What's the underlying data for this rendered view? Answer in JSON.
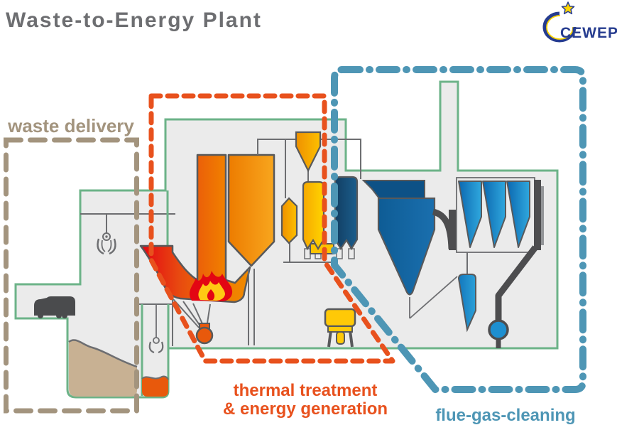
{
  "title": "Waste-to-Energy Plant",
  "logo": {
    "text": "CEWEP",
    "star_color": "#ffd500",
    "ring_color": "#263c8f"
  },
  "zones": {
    "waste_delivery": {
      "label": "waste delivery",
      "color": "#a3947e",
      "border_style": "dashed"
    },
    "thermal_treatment": {
      "label_line1": "thermal treatment",
      "label_line2": "& energy generation",
      "color": "#e8511d",
      "border_style": "dashed"
    },
    "flue_gas_cleaning": {
      "label": "flue-gas-cleaning",
      "color": "#4e96b5",
      "border_style": "dash-dot"
    }
  },
  "building": {
    "outline_color": "#6cb388",
    "fill": "#ebebeb",
    "detail_color": "#6d6e71",
    "vessel_outline_color": "#58595b",
    "pipe_color": "#4d4d4f"
  },
  "components": [
    {
      "name": "delivery-truck-icon",
      "color": "#4a4b4d"
    },
    {
      "name": "waste-bunker-pile",
      "color": "#c8b193"
    },
    {
      "name": "grab-crane-icon",
      "color": "#6d6e71"
    },
    {
      "name": "slag-crane-icon",
      "color": "#6d6e71"
    },
    {
      "name": "feed-hopper",
      "color": "#e30613"
    },
    {
      "name": "furnace-flame-icon",
      "color": "#e30613"
    },
    {
      "name": "combustion-grate",
      "color": "#6d6e71"
    },
    {
      "name": "ash-discharger",
      "color": "#e8590c"
    },
    {
      "name": "boiler-pass-1",
      "color": "#ef7d00"
    },
    {
      "name": "boiler-pass-2",
      "color": "#f39200"
    },
    {
      "name": "cyclone-separator",
      "color": "#f9b000"
    },
    {
      "name": "heat-exchanger",
      "color": "#fdc300"
    },
    {
      "name": "economizer",
      "color": "#174f79"
    },
    {
      "name": "steam-turbine",
      "color": "#ffc907"
    },
    {
      "name": "spray-absorber",
      "color": "#135f9b"
    },
    {
      "name": "bag-filter",
      "color": "#1e8fd0"
    },
    {
      "name": "sorbent-silo",
      "color": "#1e8fd0"
    },
    {
      "name": "induced-draft-fan",
      "color": "#1e8fd0"
    },
    {
      "name": "chimney",
      "color": "#ebebeb"
    }
  ]
}
